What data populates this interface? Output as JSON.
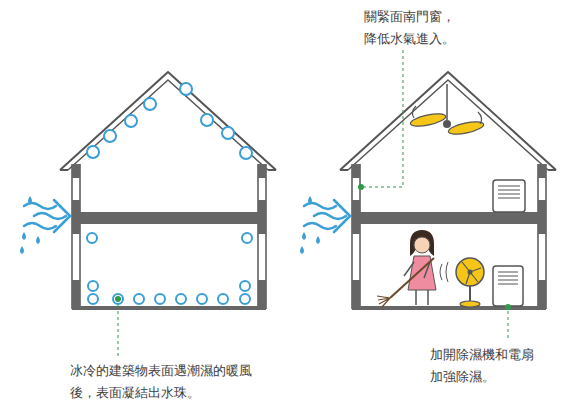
{
  "diagram": {
    "labels": [
      "關緊面南門窗， 降低水氣進入。",
      "冰冷的建築物表面遇潮濕的暖風 後，表面凝結出水珠。",
      "加開除濕機和電扇 加強除濕。"
    ]
  }
}
